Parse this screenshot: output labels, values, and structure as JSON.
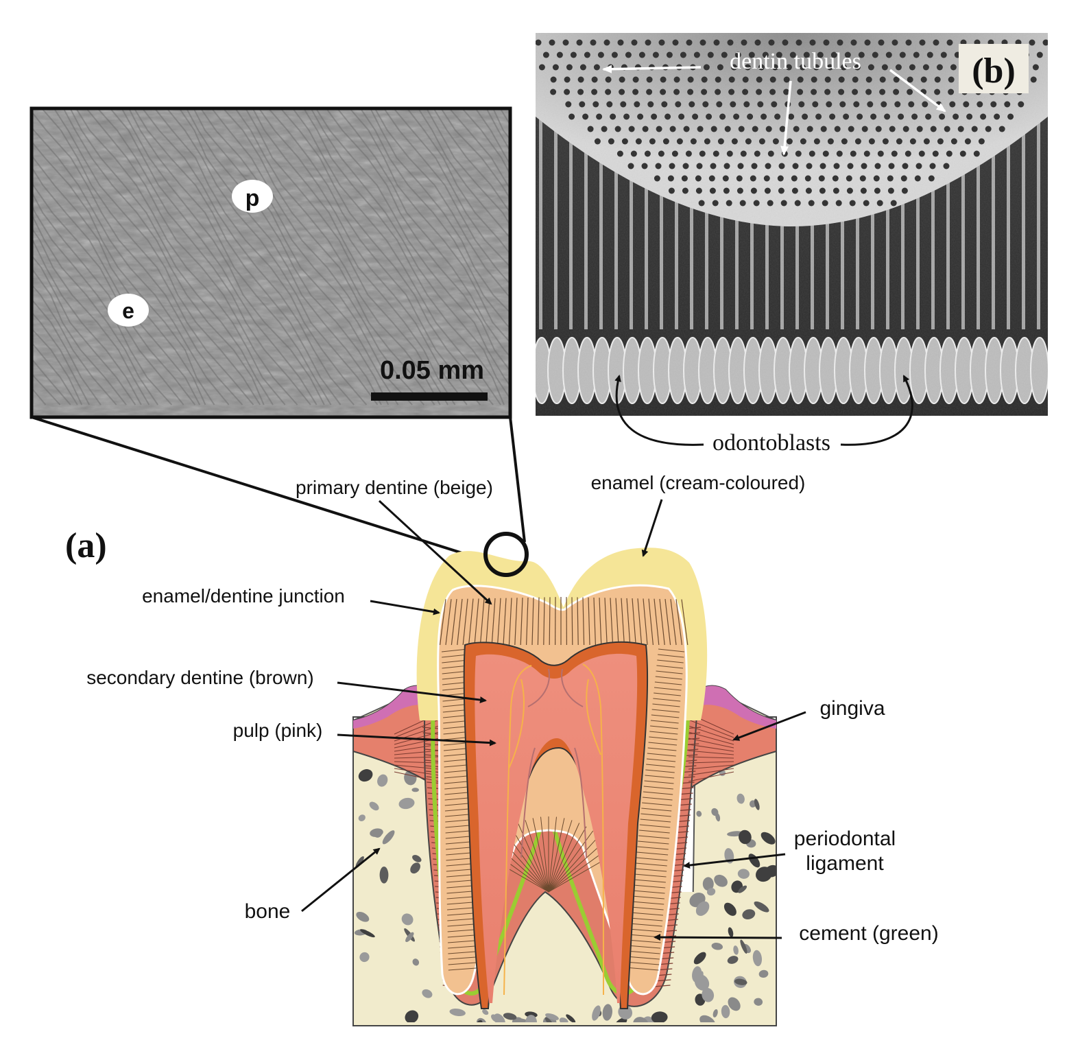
{
  "panel_a": {
    "label": "(a)",
    "scale_bar": "0.05 mm",
    "markers": {
      "p": "p",
      "e": "e"
    },
    "labels": {
      "primary_dentine": "primary dentine (beige)",
      "enamel": "enamel (cream-coloured)",
      "enamel_dentine_junction": "enamel/dentine junction",
      "secondary_dentine": "secondary dentine (brown)",
      "pulp": "pulp (pink)",
      "gingiva": "gingiva",
      "periodontal_line1": "periodontal",
      "periodontal_line2": "ligament",
      "bone": "bone",
      "cement": "cement (green)"
    }
  },
  "panel_b": {
    "label": "(b)",
    "dentin_tubules": "dentin tubules",
    "odontoblasts": "odontoblasts"
  },
  "colors": {
    "enamel": "#f5e597",
    "primary_dentine": "#f2c190",
    "secondary_dentine": "#d9652c",
    "pulp": "#ec8a78",
    "gingiva": "#cf6fb3",
    "bone": "#f1ebcc",
    "cement": "#9acd32",
    "ligament": "#e07d6a"
  }
}
